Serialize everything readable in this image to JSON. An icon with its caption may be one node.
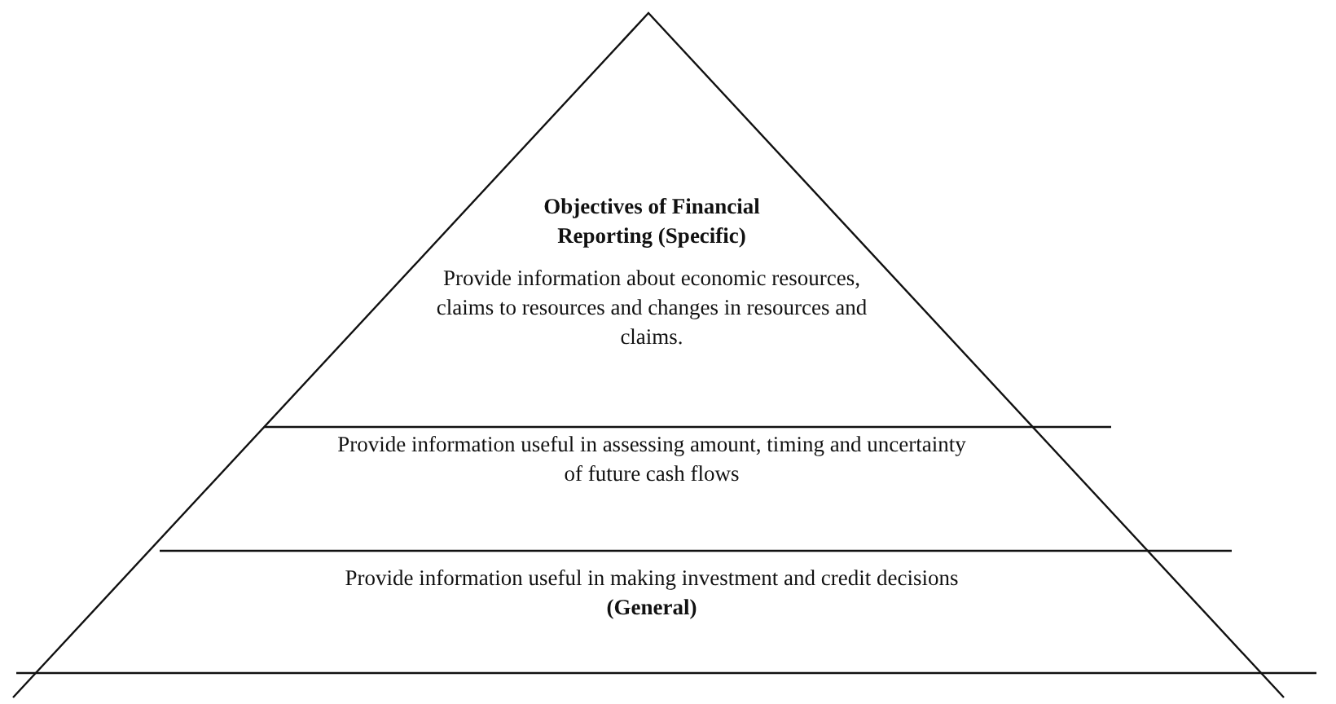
{
  "diagram": {
    "nodes": [
      {
        "text": [
          "Objectives of Financial Reporting (Specific)",
          "Provide information about economic resources, claims to resources and changes in resources and claims."
        ]
      },
      {
        "text": [
          "Provide information useful in assessing amount, timing and uncertainty of future cash flows"
        ]
      },
      {
        "text": [
          "Provide information useful in making investment and credit decisions",
          "(General)"
        ]
      }
    ]
  }
}
